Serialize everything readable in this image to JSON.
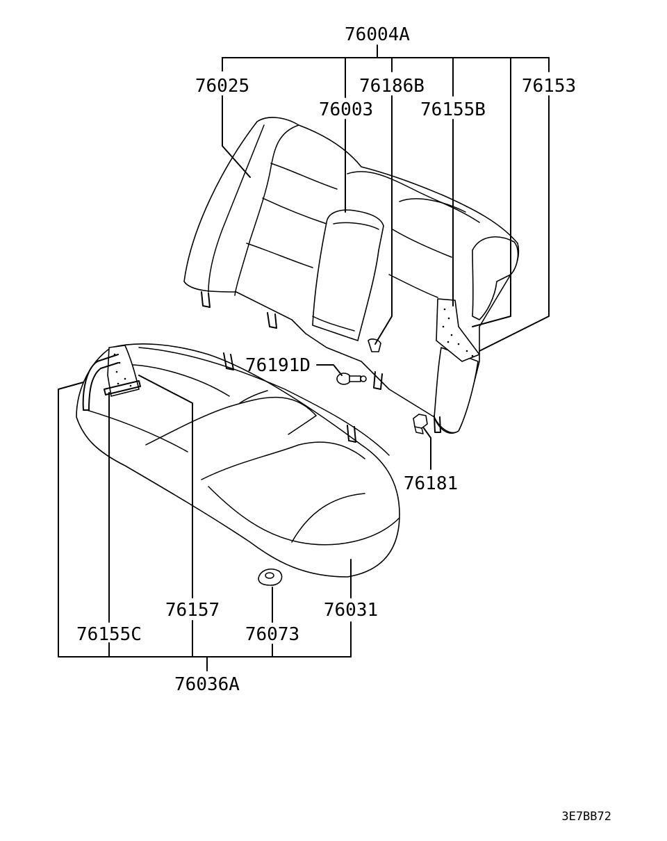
{
  "diagram": {
    "labels": {
      "assy_back": "76004A",
      "cover_back_left": "76025",
      "pad_back": "76003",
      "bracket_186b": "76186B",
      "hinge_155b": "76155B",
      "cover_back_right": "76153",
      "bolt_191d": "76191D",
      "nut_181": "76181",
      "hinge_155c": "76155C",
      "cover_cushion": "76157",
      "clip_073": "76073",
      "pad_cushion": "76031",
      "assy_cushion": "76036A"
    },
    "figure_code": "3E7BB72"
  }
}
